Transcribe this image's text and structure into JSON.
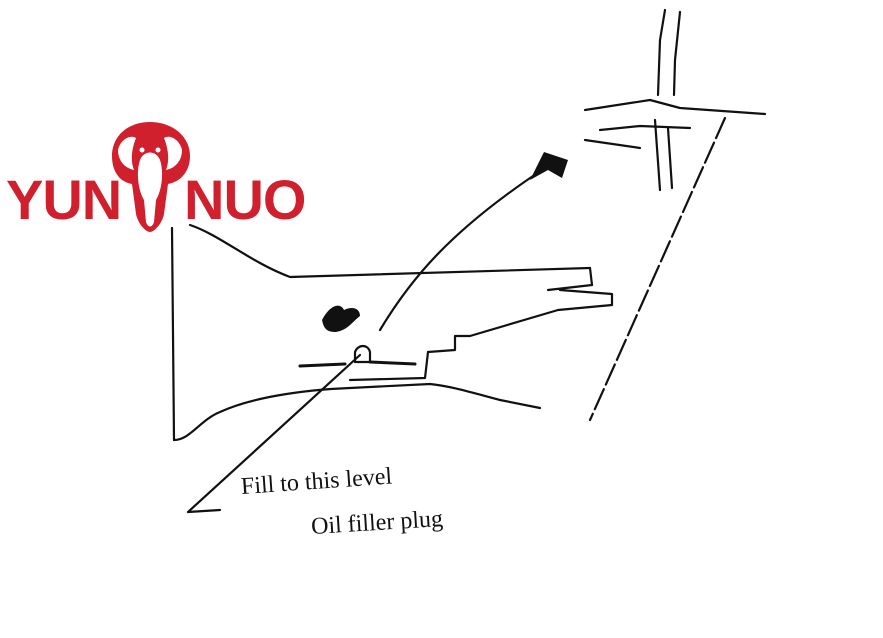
{
  "logo": {
    "left_text": "YUN",
    "right_text": "NUO",
    "color": "#d0202e"
  },
  "labels": {
    "fill_level": "Fill to this level",
    "filler_plug": "Oil filler plug"
  },
  "colors": {
    "line": "#111111",
    "background": "#ffffff"
  }
}
